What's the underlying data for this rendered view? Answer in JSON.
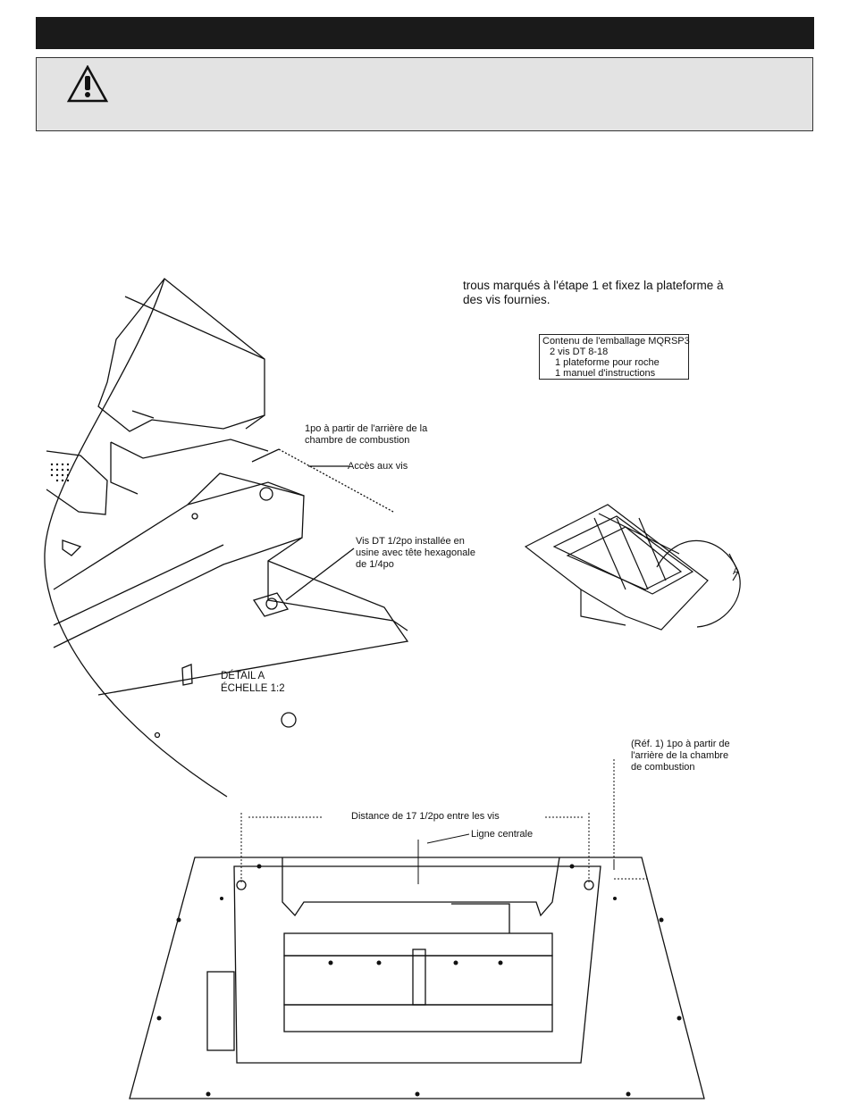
{
  "header": {
    "title": ""
  },
  "warning": {
    "icon": "warning-triangle-icon",
    "text": ""
  },
  "step": {
    "line1": "trous marqués à l'étape 1 et fixez la plateforme à",
    "line2": "des vis fournies."
  },
  "package": {
    "title": "Contenu de l'emballage MQRSP3",
    "items": [
      "2 vis DT 8-18",
      "1 plateforme pour roche",
      "1 manuel d'instructions"
    ]
  },
  "detail": {
    "label_offset": "1po à partir de l'arrière de la\nchambre de combustion",
    "label_access": "Accès aux vis",
    "label_screw": "Vis DT 1/2po installée en\nusine avec tête hexagonale\nde 1/4po",
    "title": "DÉTAIL A",
    "scale": "ÉCHELLE 1:2"
  },
  "overview": {
    "callout": "A"
  },
  "bottom": {
    "ref_label": "(Réf. 1) 1po à partir de\nl'arrière de la chambre\nde combustion",
    "distance_label": "Distance de 17 1/2po entre les vis",
    "centerline_label": "Ligne centrale"
  }
}
